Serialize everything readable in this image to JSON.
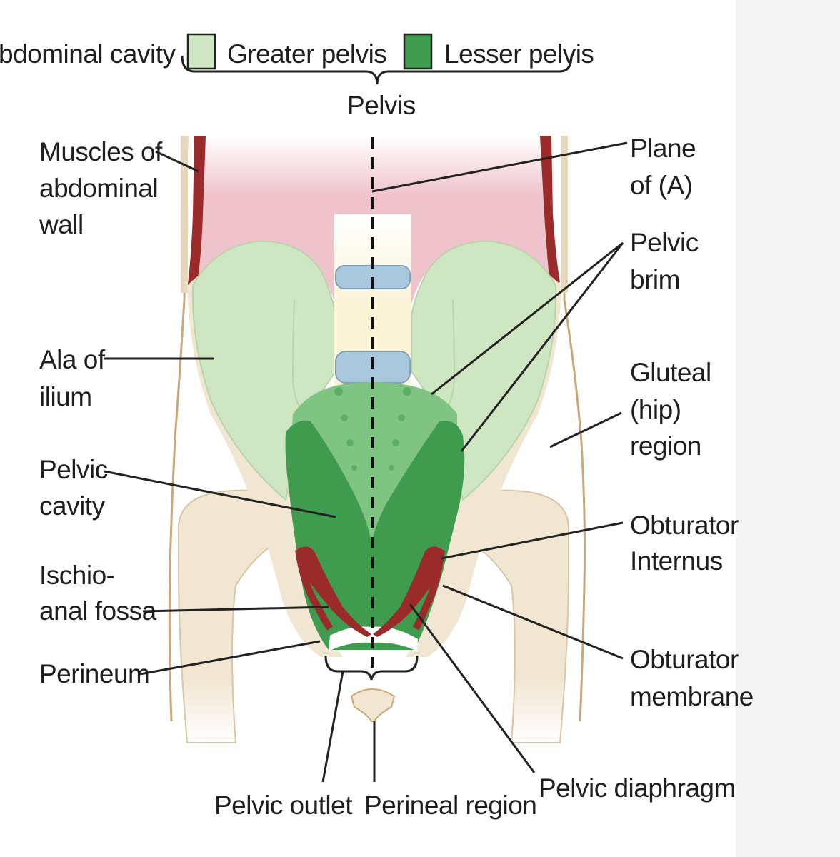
{
  "legend": {
    "abdominal_cavity": "bdominal cavity",
    "greater_pelvis": "Greater pelvis",
    "lesser_pelvis": "Lesser pelvis",
    "pelvis": "Pelvis"
  },
  "labels": {
    "muscles_line1": "Muscles of",
    "muscles_line2": "abdominal",
    "muscles_line3": "wall",
    "plane_line1": "Plane",
    "plane_line2": "of (A)",
    "brim_line1": "Pelvic",
    "brim_line2": "brim",
    "ala_line1": "Ala of",
    "ala_line2": "ilium",
    "gluteal_line1": "Gluteal",
    "gluteal_line2": "(hip)",
    "gluteal_line3": "region",
    "cavity_line1": "Pelvic",
    "cavity_line2": "cavity",
    "obt_int_line1": "Obturator",
    "obt_int_line2": "Internus",
    "ischio_line1": "Ischio-",
    "ischio_line2": "anal fossa",
    "obt_mem_line1": "Obturator",
    "obt_mem_line2": "membrane",
    "perineum": "Perineum",
    "pelvic_outlet": "Pelvic outlet",
    "perineal_region": "Perineal region",
    "pelvic_diaphragm": "Pelvic diaphragm"
  },
  "colors": {
    "abdominal_cavity": "#efc3cb",
    "greater_pelvis": "#cfe6c2",
    "lesser_pelvis": "#3f9c4f",
    "lesser_pelvis_light": "#7fc482",
    "bone": "#f1e6d2",
    "muscle": "#9b2a2a",
    "disc": "#a9c8dc",
    "vertebra": "#fbf3d6"
  }
}
